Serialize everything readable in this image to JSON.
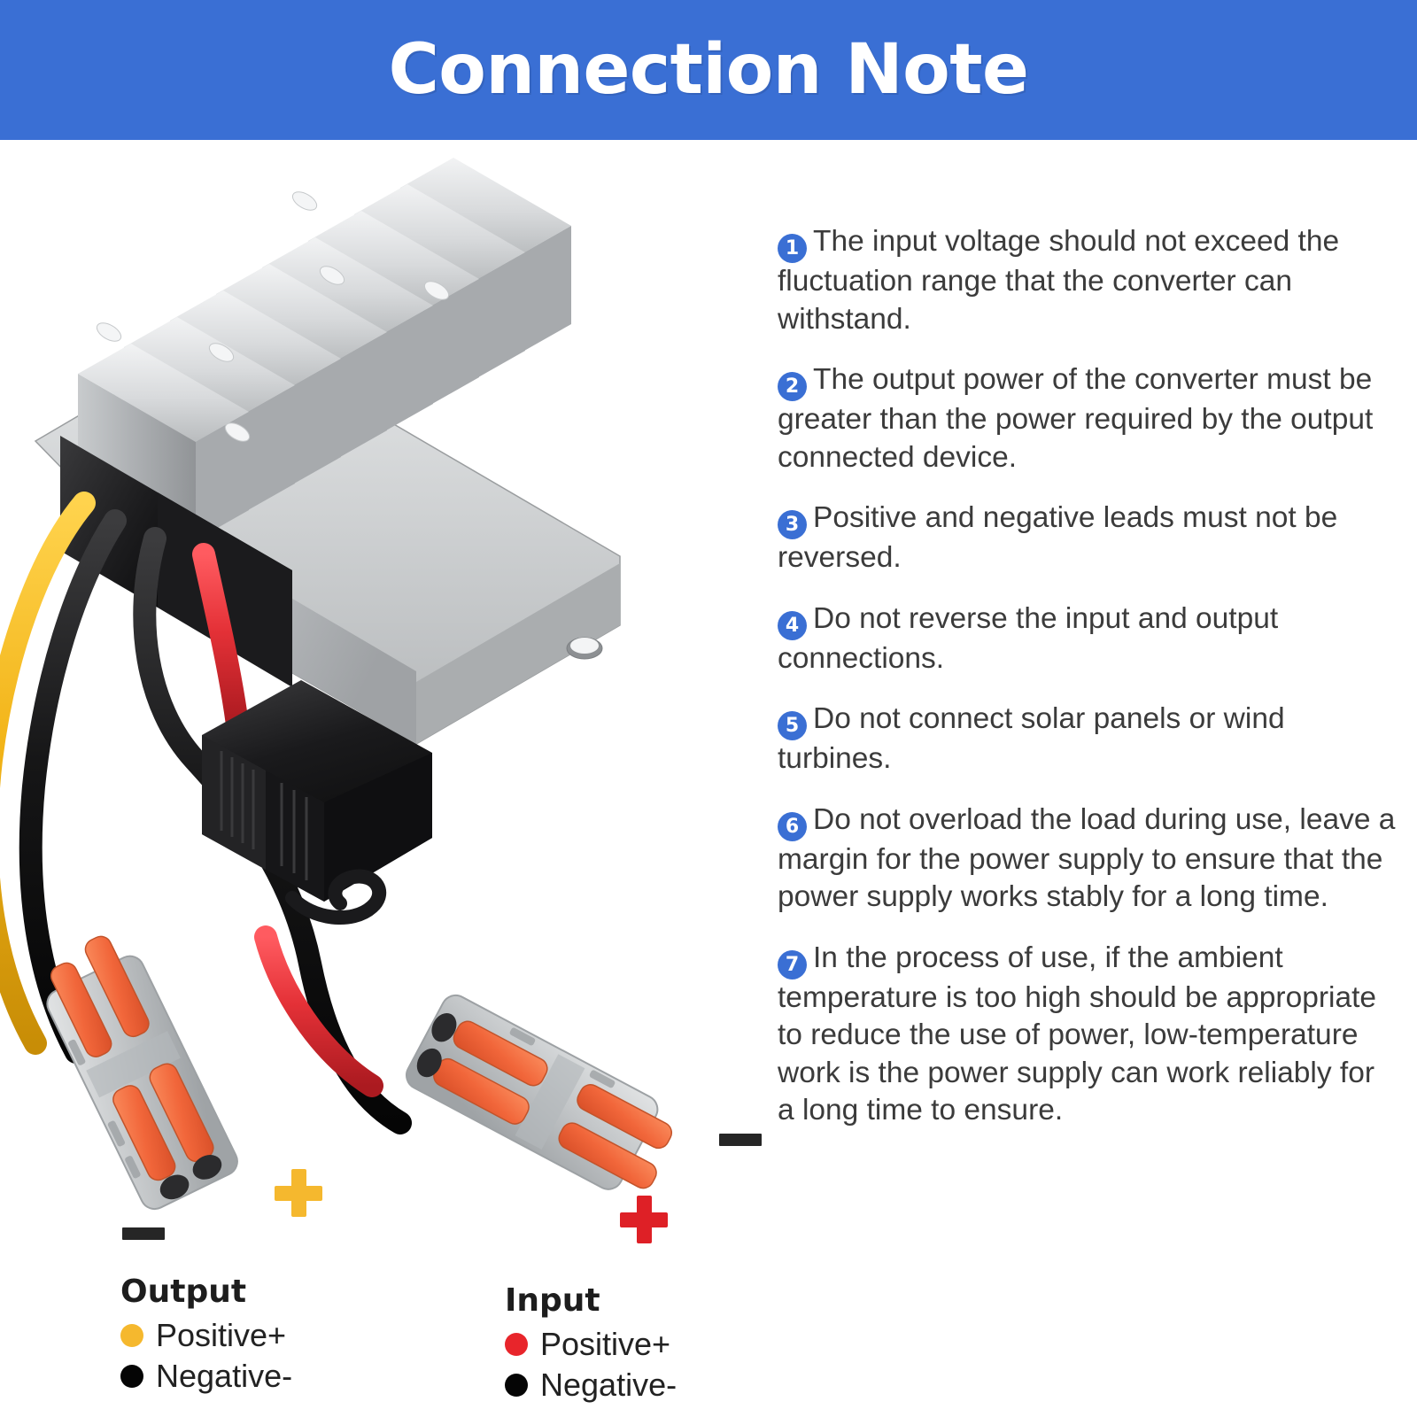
{
  "header": {
    "title": "Connection Note",
    "bg_color": "#3A6FD4",
    "text_color": "#FFFFFF"
  },
  "notes": [
    {
      "n": "1",
      "text": "The input voltage should not exceed the fluctuation range that the converter can withstand."
    },
    {
      "n": "2",
      "text": "The output power of the converter must be greater than the power required by the output connected device."
    },
    {
      "n": "3",
      "text": "Positive and negative leads must not be reversed."
    },
    {
      "n": "4",
      "text": "Do not reverse the input and output connections."
    },
    {
      "n": "5",
      "text": "Do not connect solar panels or wind turbines."
    },
    {
      "n": "6",
      "text": "Do not overload the load during use, leave a margin for the power supply to ensure that the power supply works stably for a long time."
    },
    {
      "n": "7",
      "text": "In the process of use, if the ambient temperature is too high should be appropriate to reduce the use of power, low-temperature work is the power supply can work reliably for a long time to ensure."
    }
  ],
  "legends": {
    "output": {
      "title": "Output",
      "positive_label": "Positive+",
      "negative_label": "Negative-",
      "positive_color": "#F5B82E",
      "negative_color": "#050505"
    },
    "input": {
      "title": "Input",
      "positive_label": "Positive+",
      "negative_label": "Negative-",
      "positive_color": "#E8252B",
      "negative_color": "#050505"
    }
  },
  "polarity_marks": {
    "output_minus_color": "#262626",
    "output_plus_color": "#F5B82E",
    "input_minus_color": "#222222",
    "input_plus_color": "#DE2026"
  },
  "illustration": {
    "device_name": "dc-dc-converter-heatsink",
    "wires": [
      {
        "name": "output-positive-wire",
        "color": "#F2B418"
      },
      {
        "name": "output-negative-wire",
        "color": "#141414"
      },
      {
        "name": "input-positive-wire",
        "color": "#E43137"
      },
      {
        "name": "input-negative-wire",
        "color": "#141414"
      }
    ],
    "fuse_holder": {
      "name": "inline-blade-fuse-holder",
      "color": "#171717"
    },
    "connectors": [
      {
        "name": "output-lever-connector",
        "body_color": "#C9CCCE",
        "lever_color": "#F2673A"
      },
      {
        "name": "input-lever-connector",
        "body_color": "#C9CCCE",
        "lever_color": "#F2673A"
      }
    ]
  }
}
